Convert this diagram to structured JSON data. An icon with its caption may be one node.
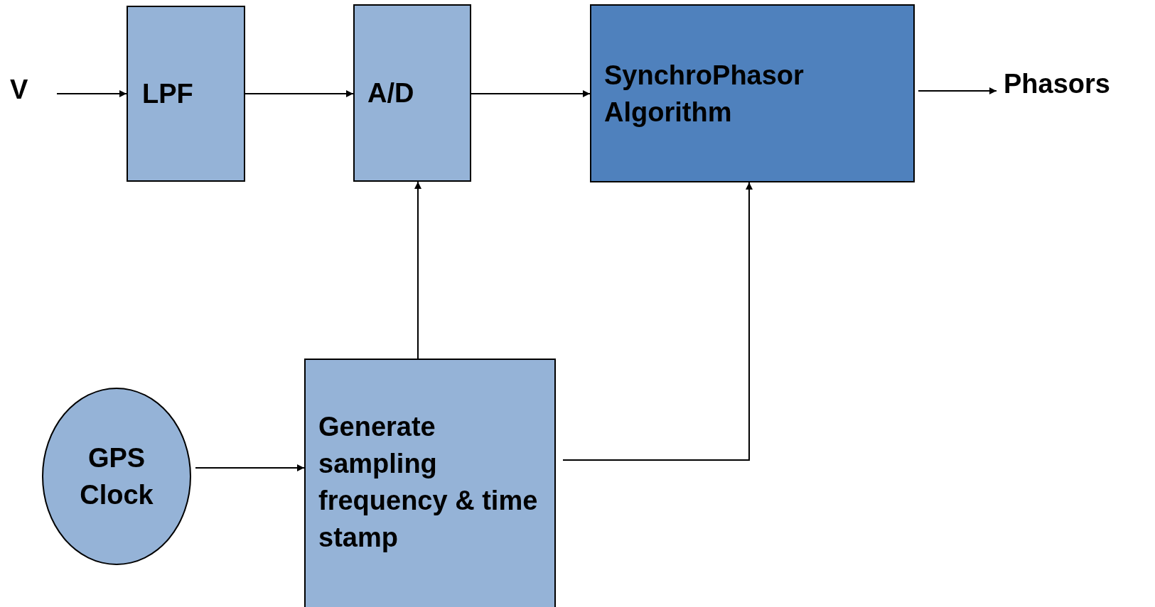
{
  "diagram": {
    "nodes": [
      {
        "text": [
          "V"
        ]
      },
      {
        "text": [
          "LPF"
        ]
      },
      {
        "text": [
          "A/D"
        ]
      },
      {
        "text": [
          "SynchroPhasor Algorithm"
        ]
      },
      {
        "text": [
          "Phasors"
        ]
      },
      {
        "text": [
          "GPS Clock"
        ]
      },
      {
        "text": [
          "Generate sampling frequency & time stamp"
        ]
      }
    ],
    "edges": [
      {
        "from": 0,
        "to": 1,
        "arrow": "to"
      },
      {
        "from": 1,
        "to": 2,
        "arrow": "to"
      },
      {
        "from": 2,
        "to": 3,
        "arrow": "to"
      },
      {
        "from": 3,
        "to": 4,
        "arrow": "to"
      },
      {
        "from": 5,
        "to": 6,
        "arrow": "to"
      },
      {
        "from": 6,
        "to": 2,
        "arrow": "to"
      },
      {
        "from": 6,
        "to": 3,
        "arrow": "to"
      }
    ]
  }
}
